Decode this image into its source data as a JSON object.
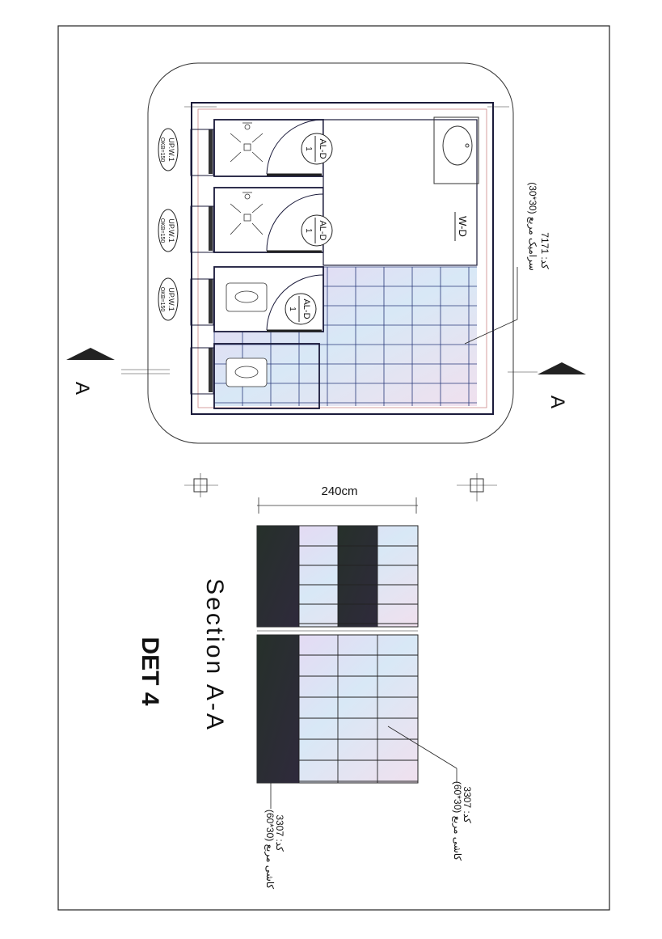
{
  "plan": {
    "window_tags": [
      {
        "code": "UP.W.1",
        "okb": "OKB=150"
      },
      {
        "code": "UP.W.1",
        "okb": "OKB=150"
      },
      {
        "code": "UP.W.1",
        "okb": "OKB=150"
      }
    ],
    "door_tags": [
      {
        "code": "AL-D",
        "num": "1"
      },
      {
        "code": "AL-D",
        "num": "1"
      },
      {
        "code": "AL-D",
        "num": "1"
      }
    ],
    "main_door": "W-D",
    "floor_tile_note": "سرامیک مربع (30*30)",
    "floor_tile_code": "کد: 7171",
    "section_mark_left": "A",
    "section_mark_right": "A"
  },
  "section": {
    "dimension": "240cm",
    "title": "Section A-A",
    "detail": "DET 4",
    "wall_tile_note_1": "کاشی مربع (30*60)",
    "wall_tile_code_1": "کد: 3307",
    "wall_tile_note_2": "کاشی مربع (30*60)",
    "wall_tile_code_2": "کد: 3307"
  },
  "colors": {
    "line": "#1a1a3a",
    "accent": "#2a3a9a",
    "dark_tile": "#2a2e30"
  }
}
